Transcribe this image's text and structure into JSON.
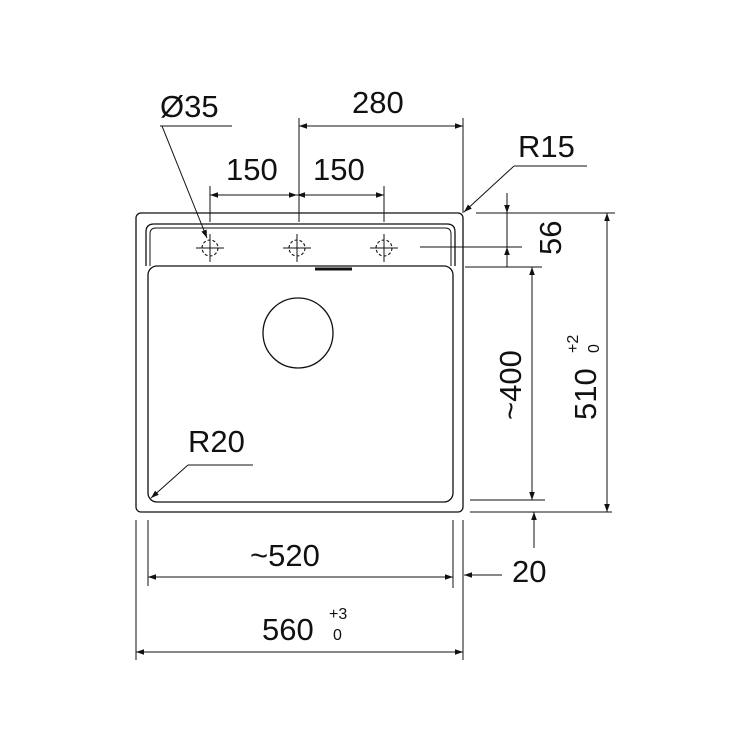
{
  "drawing": {
    "dim_hole_diameter": "Ø35",
    "dim_280": "280",
    "dim_150_left": "150",
    "dim_150_right": "150",
    "dim_r15": "R15",
    "dim_56": "56",
    "dim_400": "~400",
    "dim_510": "510",
    "dim_510_tol_plus": "+2",
    "dim_510_tol_minus": "0",
    "dim_r20": "R20",
    "dim_520": "~520",
    "dim_20": "20",
    "dim_560": "560",
    "dim_560_tol_plus": "+3",
    "dim_560_tol_minus": "0"
  }
}
